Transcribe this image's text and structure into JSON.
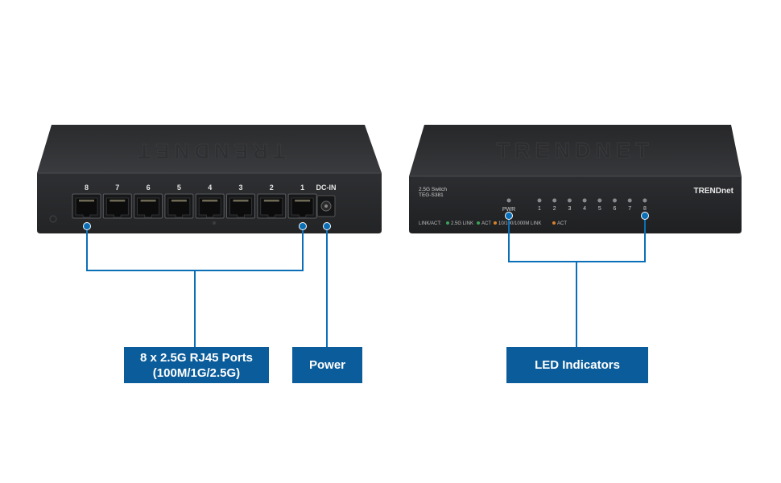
{
  "rear_panel": {
    "port_numbers": [
      "8",
      "7",
      "6",
      "5",
      "4",
      "3",
      "2",
      "1"
    ],
    "dc_in_label": "DC-IN",
    "brand_embossed": "TRENDNET"
  },
  "front_panel": {
    "brand_embossed": "TRENDNET",
    "brand_logo": "TRENDnet",
    "model_title": "2.5G Switch",
    "model_number": "TEG-S381",
    "pwr_label": "PWR",
    "led_numbers": [
      "1",
      "2",
      "3",
      "4",
      "5",
      "6",
      "7",
      "8"
    ],
    "legend": {
      "prefix": "LINK/ACT:",
      "item_1": "2.5G LINK",
      "item_2": "ACT",
      "item_3": "10/100/1000M LINK",
      "item_4": "ACT"
    }
  },
  "callouts": {
    "ports_line1": "8 x 2.5G RJ45 Ports",
    "ports_line2": "(100M/1G/2.5G)",
    "power": "Power",
    "led": "LED Indicators"
  },
  "colors": {
    "callout_bg": "#0b5c9a",
    "connector": "#0b6fb8",
    "device_body": "#2b2c2e",
    "led_green": "#3aa35a",
    "led_orange": "#d9822b"
  }
}
